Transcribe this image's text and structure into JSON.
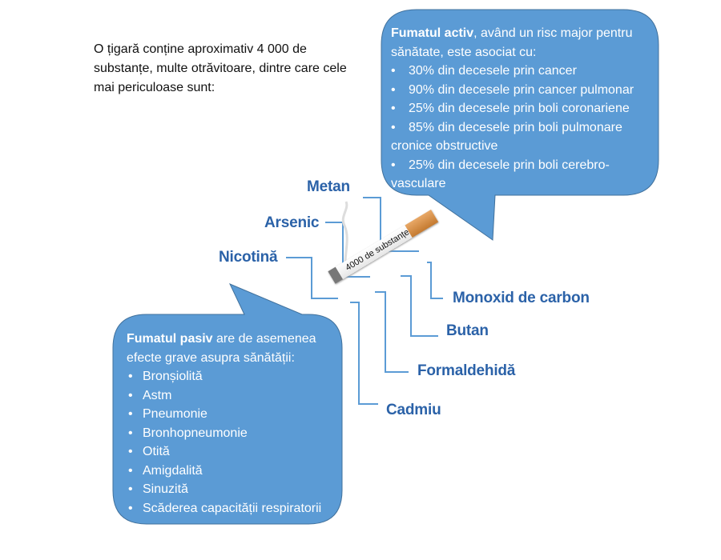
{
  "intro": "O țigară conține aproximativ 4 000 de substanțe, multe otrăvitoare, dintre care cele mai periculoase sunt:",
  "active_bubble": {
    "title": "Fumatul activ",
    "lead": ", având un risc major pentru sănătate, este asociat cu:",
    "items": [
      "30% din decesele prin cancer",
      "90% din decesele prin cancer pulmonar",
      "25% din decesele prin boli coronariene",
      "85% din decesele prin boli pulmonare cronice obstructive",
      "25% din decesele prin boli cerebro-vasculare"
    ]
  },
  "passive_bubble": {
    "title": "Fumatul pasiv",
    "lead": " are de asemenea efecte grave asupra sănătății:",
    "items": [
      "Bronșiolită",
      "Astm",
      "Pneumonie",
      "Bronhopneumonie",
      "Otită",
      "Amigdalită",
      "Sinuzită",
      "Scăderea capacității respiratorii"
    ]
  },
  "cigarette_label": "4000 de substanțe",
  "substances": [
    "Metan",
    "Arsenic",
    "Nicotină",
    "Monoxid de carbon",
    "Butan",
    "Formaldehidă",
    "Cadmiu"
  ],
  "colors": {
    "bubble": "#5b9bd5",
    "bubble_border": "#41719c",
    "label": "#2b62a8",
    "line": "#5b9bd5"
  }
}
